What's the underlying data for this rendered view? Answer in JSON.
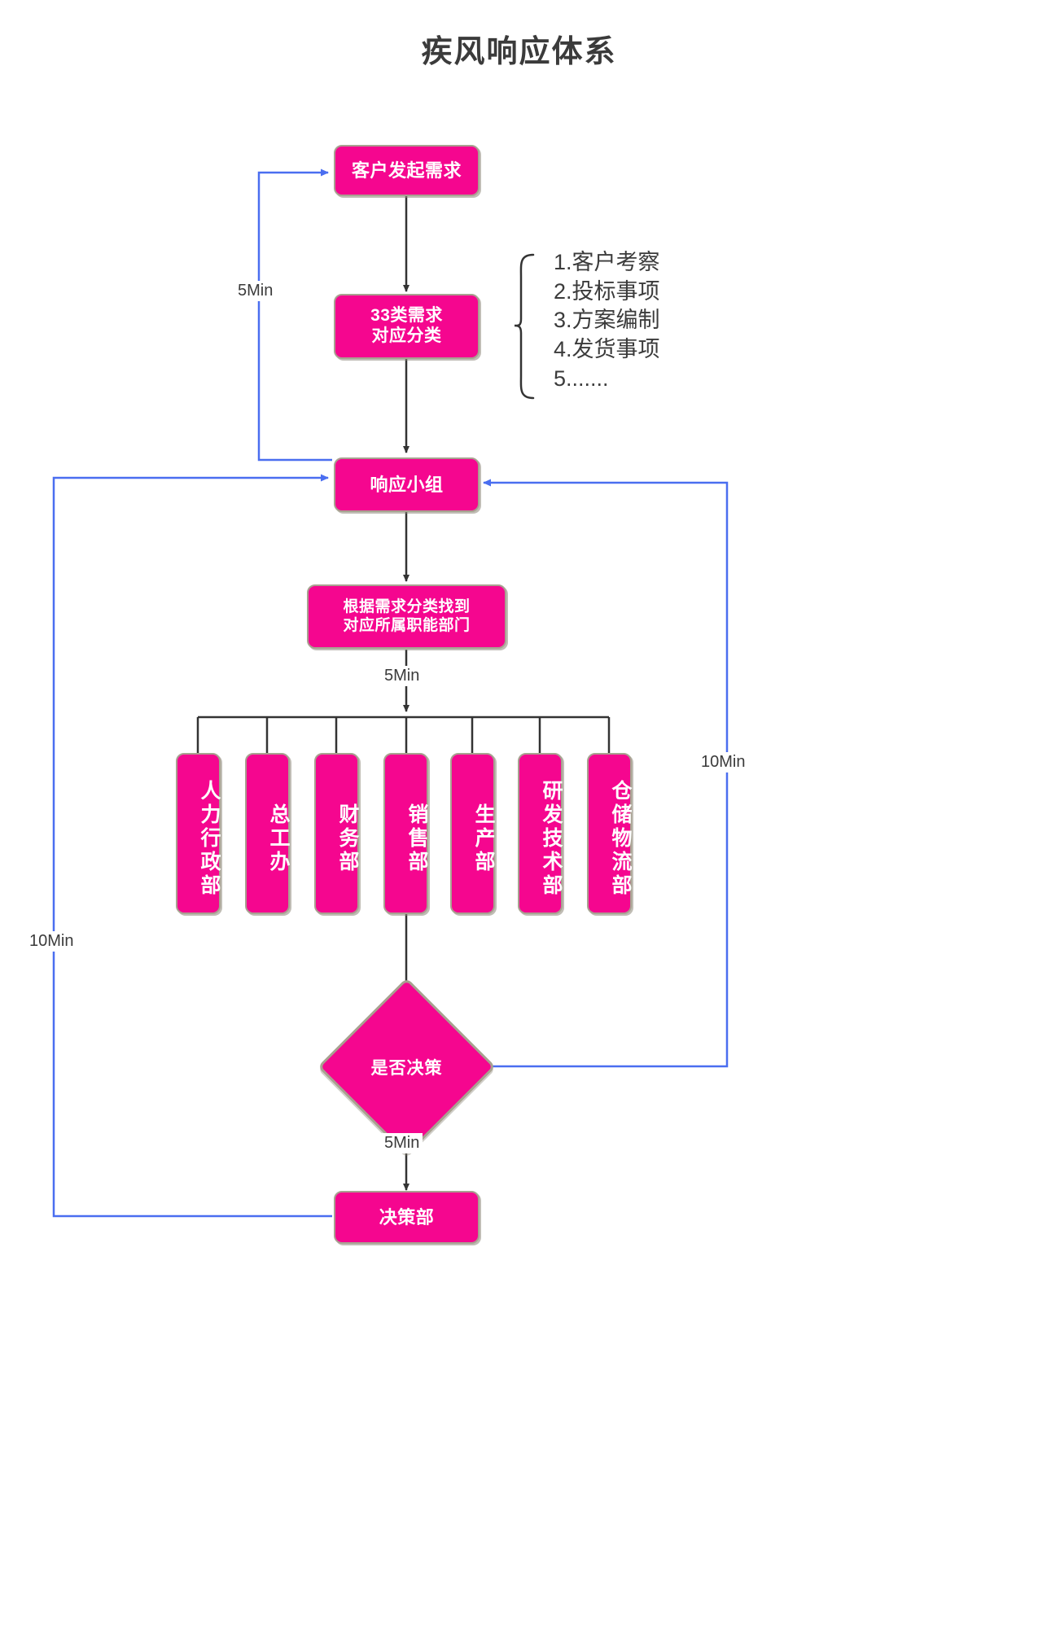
{
  "title": "疾风响应体系",
  "colors": {
    "node_fill": "#f5068f",
    "node_border": "#a8a190",
    "node_text": "#ffffff",
    "flow_arrow": "#333333",
    "feedback_arrow": "#4a6ef0",
    "title_text": "#3b3b3b"
  },
  "nodes": {
    "customer_request": "客户发起需求",
    "classify": "33类需求\n对应分类",
    "response_team": "响应小组",
    "find_department": "根据需求分类找到\n对应所属职能部门",
    "decision": "是否决策",
    "decision_dept": "决策部"
  },
  "categories": {
    "items": [
      "1.客户考察",
      "2.投标事项",
      "3.方案编制",
      "4.发货事项",
      "5......."
    ]
  },
  "departments": [
    "人力行政部",
    "总工办",
    "财务部",
    "销售部",
    "生产部",
    "研发技术部",
    "仓储物流部"
  ],
  "edge_labels": {
    "feedback_top": "5Min",
    "find_dept_to_departments": "5Min",
    "decision_to_decision_dept": "5Min",
    "right_loop": "10Min",
    "left_loop": "10Min"
  }
}
